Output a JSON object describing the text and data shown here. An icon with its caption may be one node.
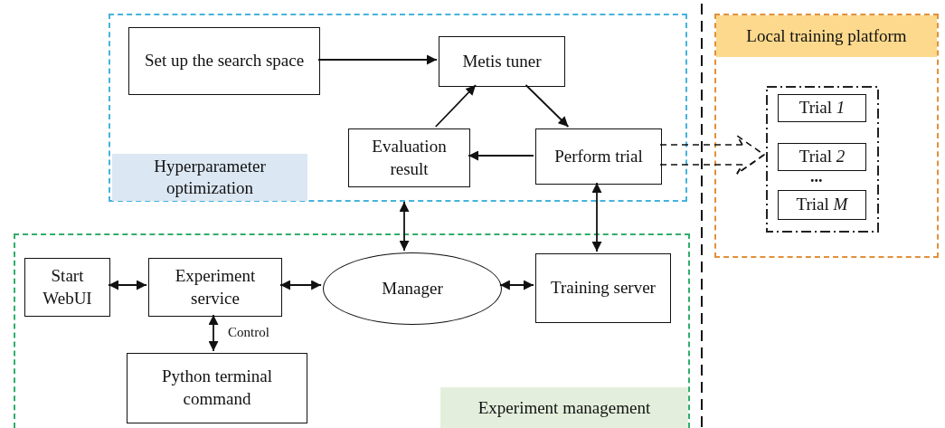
{
  "diagram": {
    "nodes": [
      {
        "text": [
          "Hyperparameter optimization"
        ]
      },
      {
        "text": [
          "Set up the search space"
        ],
        "in": 0
      },
      {
        "text": [
          "Metis tuner"
        ],
        "in": 0
      },
      {
        "text": [
          "Evaluation result"
        ],
        "in": 0
      },
      {
        "text": [
          "Perform trial"
        ],
        "in": 0
      },
      {
        "text": [
          "Local training platform"
        ]
      },
      {
        "text": [],
        "shape": "box",
        "in": 5
      },
      {
        "text": [
          "Trial *1*"
        ],
        "in": 6
      },
      {
        "text": [
          "Trial *2*"
        ],
        "in": 6
      },
      {
        "text": [
          "Trial *M*"
        ],
        "in": 6
      },
      {
        "text": [
          "Experiment management"
        ]
      },
      {
        "text": [
          "Start WebUI"
        ],
        "in": 10
      },
      {
        "text": [
          "Experiment service"
        ],
        "in": 10
      },
      {
        "text": [
          "Manager"
        ],
        "in": 10
      },
      {
        "text": [
          "Training server"
        ],
        "in": 10
      },
      {
        "text": [
          "Python terminal command"
        ],
        "in": 10
      }
    ],
    "edges": [
      {
        "from": 1,
        "to": 2,
        "arrow": "to"
      },
      {
        "from": 3,
        "to": 2,
        "arrow": "to"
      },
      {
        "from": 2,
        "to": 4,
        "arrow": "to"
      },
      {
        "from": 4,
        "to": 3,
        "arrow": "to"
      },
      {
        "from": 4,
        "to": 6,
        "arrow": "to",
        "style": "dashed"
      },
      {
        "from": 0,
        "to": 13,
        "arrow": "both"
      },
      {
        "from": 4,
        "to": 14,
        "arrow": "both"
      },
      {
        "from": 11,
        "to": 12,
        "arrow": "both"
      },
      {
        "from": 12,
        "to": 13,
        "arrow": "both"
      },
      {
        "from": 13,
        "to": 14,
        "arrow": "both"
      },
      {
        "from": 12,
        "to": 15,
        "arrow": "both",
        "label": "Control"
      }
    ],
    "labels": [
      "..."
    ]
  }
}
